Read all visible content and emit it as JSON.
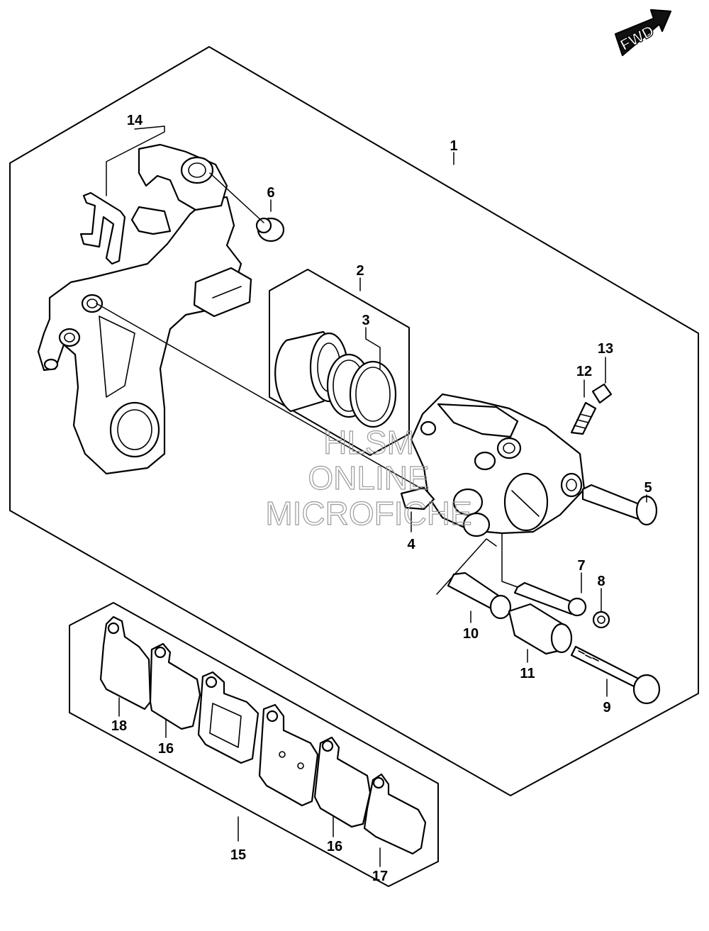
{
  "fwd_badge": "FWD",
  "watermark": [
    "HLSM",
    "ONLINE",
    "MICROFICHE"
  ],
  "callouts": [
    {
      "id": "1",
      "text": "1"
    },
    {
      "id": "2",
      "text": "2"
    },
    {
      "id": "3",
      "text": "3"
    },
    {
      "id": "4",
      "text": "4"
    },
    {
      "id": "5",
      "text": "5"
    },
    {
      "id": "6",
      "text": "6"
    },
    {
      "id": "7",
      "text": "7"
    },
    {
      "id": "8",
      "text": "8"
    },
    {
      "id": "9",
      "text": "9"
    },
    {
      "id": "10",
      "text": "10"
    },
    {
      "id": "11",
      "text": "11"
    },
    {
      "id": "12",
      "text": "12"
    },
    {
      "id": "13",
      "text": "13"
    },
    {
      "id": "14",
      "text": "14"
    },
    {
      "id": "15",
      "text": "15"
    },
    {
      "id": "16a",
      "text": "16"
    },
    {
      "id": "16b",
      "text": "16"
    },
    {
      "id": "17",
      "text": "17"
    },
    {
      "id": "18",
      "text": "18"
    }
  ]
}
